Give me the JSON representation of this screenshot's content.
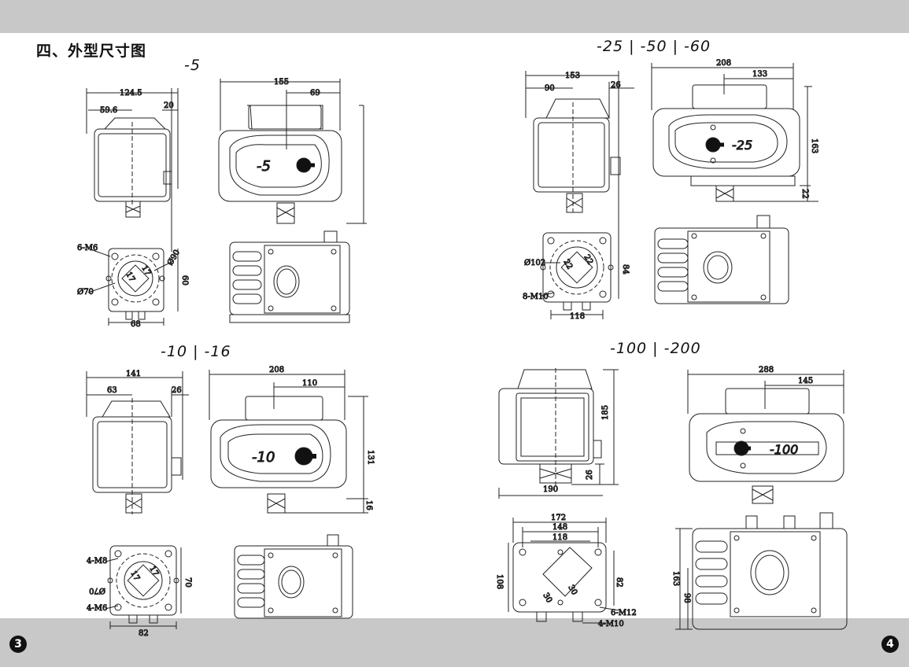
{
  "heading": "四、外型尺寸图",
  "page_numbers": {
    "left": "3",
    "right": "4"
  },
  "panels": {
    "m5": {
      "title": "-5",
      "badge": "-5",
      "dims": {
        "d124_5": "124.5",
        "d59_6": "59.6",
        "d20": "20",
        "d155": "155",
        "d69": "69",
        "d6m6": "6-M6",
        "d70": "Ø70",
        "d90": "Ø90",
        "d60": "60",
        "d68": "68",
        "d17a": "17",
        "d17b": "17"
      }
    },
    "m25": {
      "title": "-25 | -50 | -60",
      "badge": "-25",
      "dims": {
        "d153": "153",
        "d90": "90",
        "d26": "26",
        "d208": "208",
        "d133": "133",
        "d163": "163",
        "d22": "22",
        "d102": "Ø102",
        "d84": "84",
        "d8m10": "8-M10",
        "d118": "118",
        "d22a": "22",
        "d22b": "22"
      }
    },
    "m10": {
      "title": "-10 | -16",
      "badge": "-10",
      "dims": {
        "d141": "141",
        "d63": "63",
        "d26": "26",
        "d208": "208",
        "d110": "110",
        "d131": "131",
        "d16": "16",
        "d4m8": "4-M8",
        "d70": "Ø70",
        "d4m6": "4-M6",
        "d70v": "70",
        "d82": "82",
        "d17a": "17",
        "d17b": "17"
      }
    },
    "m100": {
      "title": "-100 | -200",
      "badge": "-100",
      "dims": {
        "d185": "185",
        "d26": "26",
        "d190": "190",
        "d288": "288",
        "d145": "145",
        "d172": "172",
        "d148": "148",
        "d118": "118",
        "d108": "108",
        "d82": "82",
        "d6m12": "6-M12",
        "d4m10": "4-M10",
        "d30a": "30",
        "d30b": "30",
        "d163": "163",
        "d98": "98"
      }
    }
  }
}
